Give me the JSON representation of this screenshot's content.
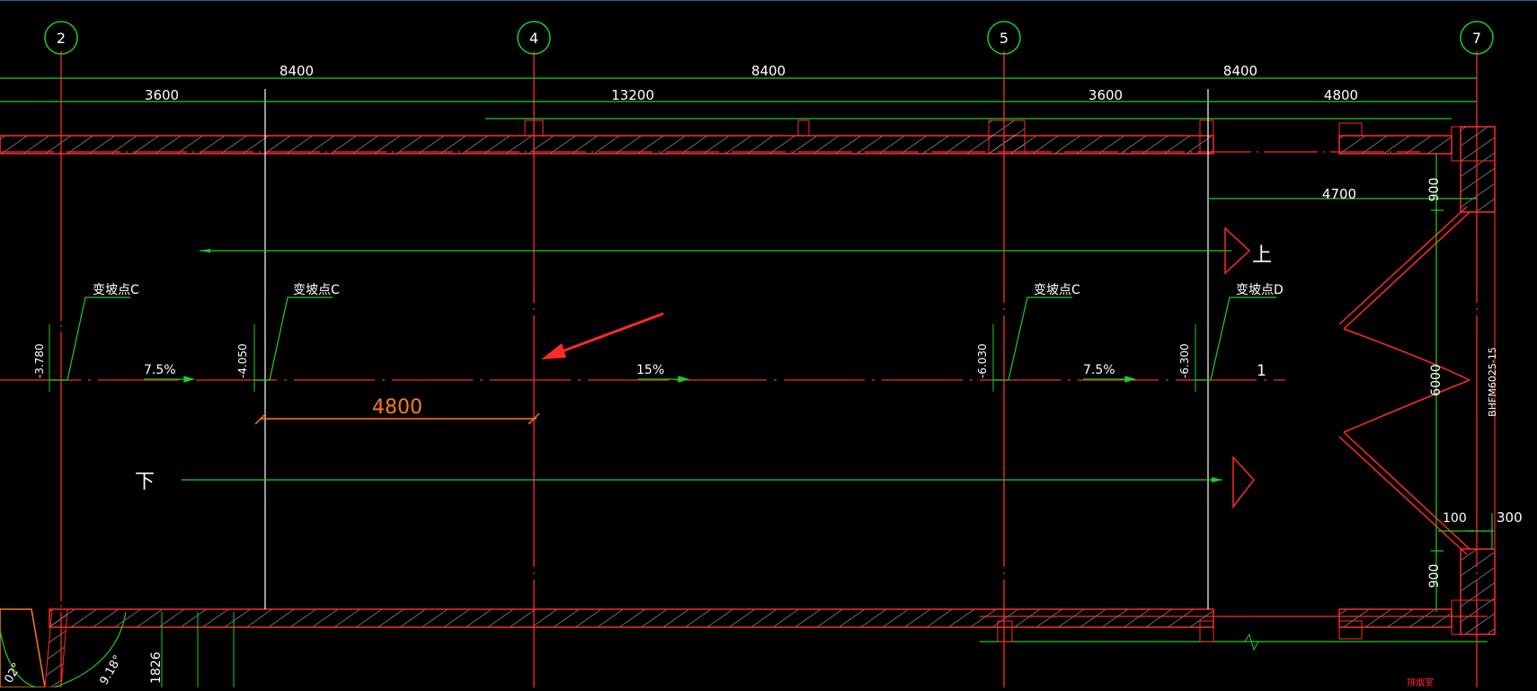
{
  "colors": {
    "background": "#000000",
    "grid_axis": "#ff2a2a",
    "dimension": "#22cc22",
    "annotation": "#ffffff",
    "leader": "#22cc22",
    "highlight_dim": "#ff7a1a",
    "arrow": "#ff2a2a"
  },
  "axis_labels": [
    "2",
    "4",
    "5",
    "7"
  ],
  "dims_top_row1": [
    "8400",
    "8400",
    "8400"
  ],
  "dims_top_row2": [
    "3600",
    "13200",
    "3600",
    "4800"
  ],
  "dim_4700": "4700",
  "slope_callouts": [
    "变坡点C",
    "变坡点C",
    "变坡点C",
    "变坡点D"
  ],
  "elevations": [
    "-3.780",
    "-4.050",
    "-6.030",
    "-6.300"
  ],
  "slopes": [
    "7.5%",
    "15%",
    "7.5%"
  ],
  "slope_end": "1",
  "highlight_dim": "4800",
  "ramp_up": "上",
  "ramp_down": "下",
  "door_dims": [
    "900",
    "6000",
    "900"
  ],
  "door_tag": "BHFM6025-15",
  "dim_100": "100",
  "dim_300": "300",
  "bottom_left_dim": "1826",
  "angle_a": "02°",
  "angle_b": "9.18°",
  "room_label_bottom": "排烟室"
}
